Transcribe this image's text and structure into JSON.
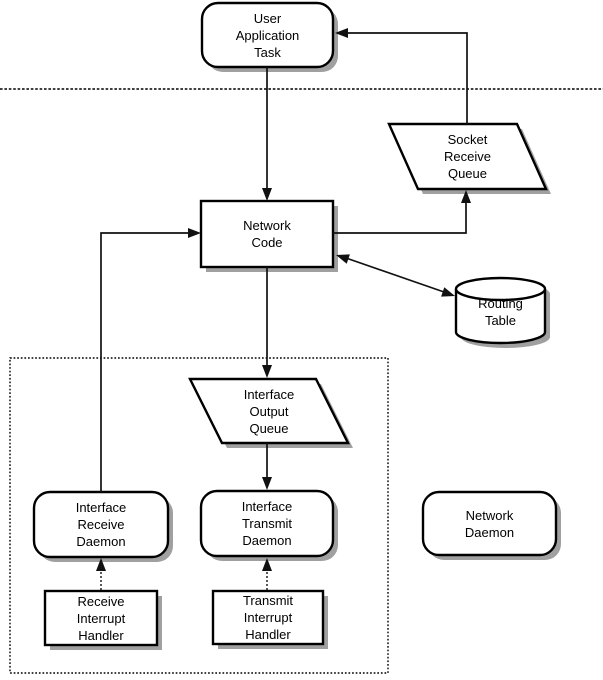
{
  "nodes": {
    "user_application_task": {
      "label": "User\nApplication\nTask",
      "shape": "rounded-rectangle"
    },
    "socket_receive_queue": {
      "label": "Socket\nReceive\nQueue",
      "shape": "parallelogram"
    },
    "network_code": {
      "label": "Network\nCode",
      "shape": "rectangle"
    },
    "routing_table": {
      "label": "Routing\nTable",
      "shape": "cylinder"
    },
    "interface_output_queue": {
      "label": "Interface\nOutput\nQueue",
      "shape": "parallelogram"
    },
    "interface_receive_daemon": {
      "label": "Interface\nReceive\nDaemon",
      "shape": "rounded-rectangle"
    },
    "interface_transmit_daemon": {
      "label": "Interface\nTransmit\nDaemon",
      "shape": "rounded-rectangle"
    },
    "network_daemon": {
      "label": "Network\nDaemon",
      "shape": "rounded-rectangle"
    },
    "receive_interrupt_handler": {
      "label": "Receive\nInterrupt\nHandler",
      "shape": "rectangle"
    },
    "transmit_interrupt_handler": {
      "label": "Transmit\nInterrupt\nHandler",
      "shape": "rectangle"
    }
  },
  "edges": [
    {
      "from": "user_application_task",
      "to": "network_code",
      "style": "solid",
      "arrow": "end"
    },
    {
      "from": "socket_receive_queue",
      "to": "user_application_task",
      "style": "solid",
      "arrow": "end"
    },
    {
      "from": "network_code",
      "to": "socket_receive_queue",
      "style": "solid",
      "arrow": "end"
    },
    {
      "from": "interface_receive_daemon",
      "to": "network_code",
      "style": "solid",
      "arrow": "end"
    },
    {
      "from": "network_code",
      "to": "routing_table",
      "style": "solid",
      "arrow": "both"
    },
    {
      "from": "network_code",
      "to": "interface_output_queue",
      "style": "solid",
      "arrow": "end"
    },
    {
      "from": "interface_output_queue",
      "to": "interface_transmit_daemon",
      "style": "solid",
      "arrow": "end"
    },
    {
      "from": "receive_interrupt_handler",
      "to": "interface_receive_daemon",
      "style": "dotted",
      "arrow": "end"
    },
    {
      "from": "transmit_interrupt_handler",
      "to": "interface_transmit_daemon",
      "style": "dotted",
      "arrow": "end"
    }
  ],
  "boundaries": [
    {
      "name": "user-kernel-boundary",
      "style": "dotted-line"
    },
    {
      "name": "driver-layer-group",
      "style": "dotted-box"
    }
  ],
  "colors": {
    "background": "#ffffff",
    "shape_fill": "#ffffff",
    "shape_border": "#000000",
    "shadow": "#a0a0a0",
    "connector": "#111111",
    "text": "#000000"
  }
}
